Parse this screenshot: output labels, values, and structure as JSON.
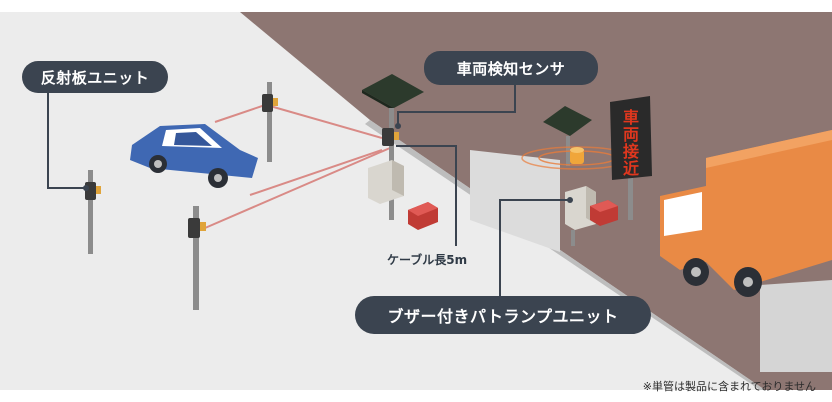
{
  "labels": {
    "reflector_unit": "反射板ユニット",
    "vehicle_sensor": "車両検知センサ",
    "buzzer_lamp_unit": "ブザー付きパトランプユニット",
    "cable_length": "ケーブル長5m"
  },
  "sign": {
    "chars": [
      "車",
      "両",
      "接",
      "近"
    ]
  },
  "footnote": "※単管は製品に含まれておりません",
  "colors": {
    "label_bg": "#3b4450",
    "wall": "#8d7672",
    "ground": "#ececec",
    "beam": "#d98a86",
    "truck": "#e98a45",
    "car": "#3f68b3",
    "sign_led": "#e0371e"
  },
  "icons": {
    "vehicle_sensor": "sensor-icon",
    "solar_panel": "solar-panel-icon",
    "car": "car-icon",
    "truck": "truck-icon",
    "patrol_lamp": "patrol-lamp-icon",
    "led_sign": "led-sign-icon"
  }
}
